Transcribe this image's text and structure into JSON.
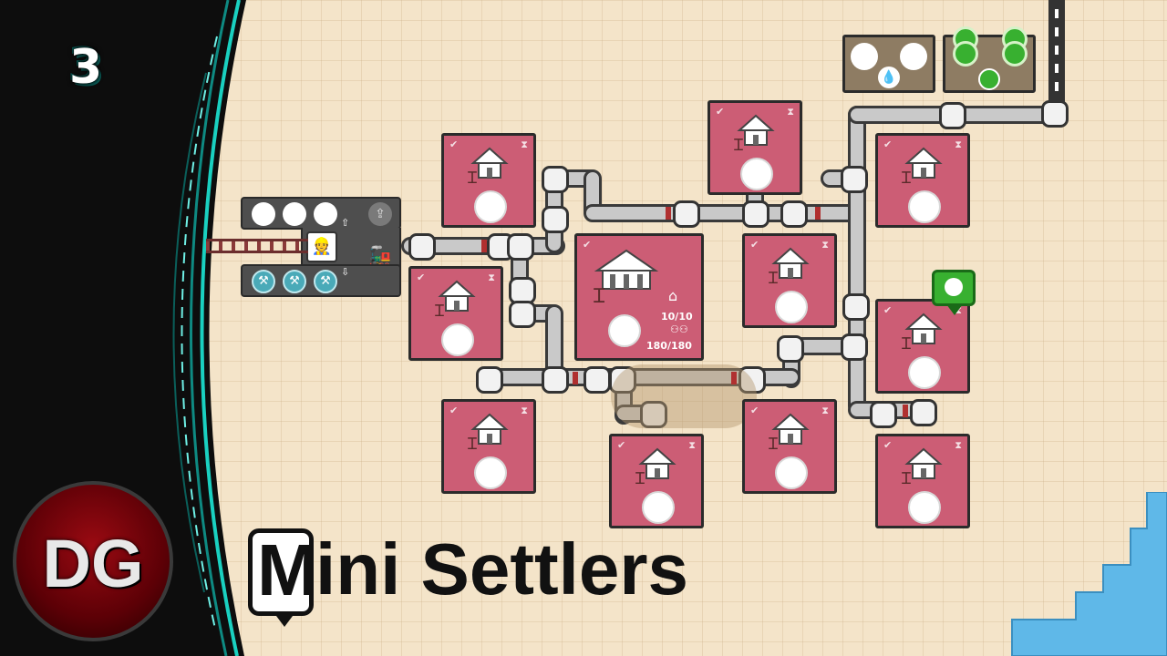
{
  "episode": {
    "number": "3"
  },
  "logo": {
    "text": "DG"
  },
  "title": {
    "first_letter": "M",
    "rest": "ini Settlers"
  },
  "town_hall": {
    "houses": "10/10",
    "population": "180/180"
  },
  "colors": {
    "building": "#cc5d75",
    "ground": "#f4e4c9",
    "water": "#5fb8e8",
    "pipe": "#c9c9c9",
    "farm": "#8e7c63",
    "apple": "#38b030"
  },
  "icons": {
    "house": "house-icon",
    "check": "checkmark-icon",
    "timer": "hourglass-icon",
    "worker": "worker-icon",
    "train": "train-icon",
    "pickaxe": "pickaxe-icon",
    "apple": "apple-icon",
    "water_drop": "water-drop-icon"
  }
}
